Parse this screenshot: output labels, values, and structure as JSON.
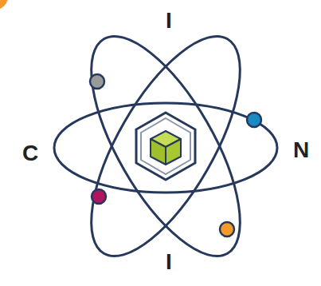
{
  "diagram": {
    "labels": [
      "I",
      "C",
      "N",
      "I"
    ]
  }
}
